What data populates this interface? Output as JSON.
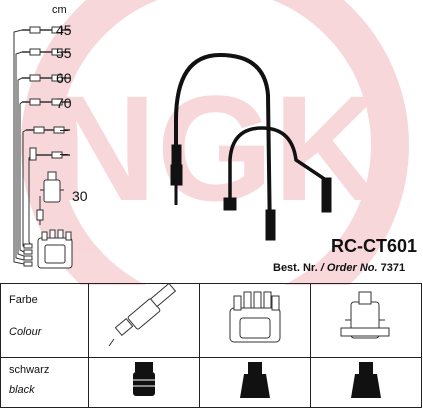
{
  "header": {
    "unit": "cm",
    "lengths": [
      "45",
      "55",
      "60",
      "70",
      "–",
      "–",
      "30"
    ]
  },
  "product": {
    "code": "RC-CT601",
    "order_label_de": "Best. Nr.",
    "order_separator": "/",
    "order_label_en": "Order No.",
    "order_number": "7371"
  },
  "watermark": {
    "logo_text": "NGK",
    "color": "#f2b8bd"
  },
  "table": {
    "row1_label_de": "Farbe",
    "row1_label_en": "Colour",
    "row2_label_de": "schwarz",
    "row2_label_en": "black",
    "columns": [
      "spark-plug-icon",
      "distributor-cap-icon",
      "ignition-coil-icon"
    ]
  }
}
